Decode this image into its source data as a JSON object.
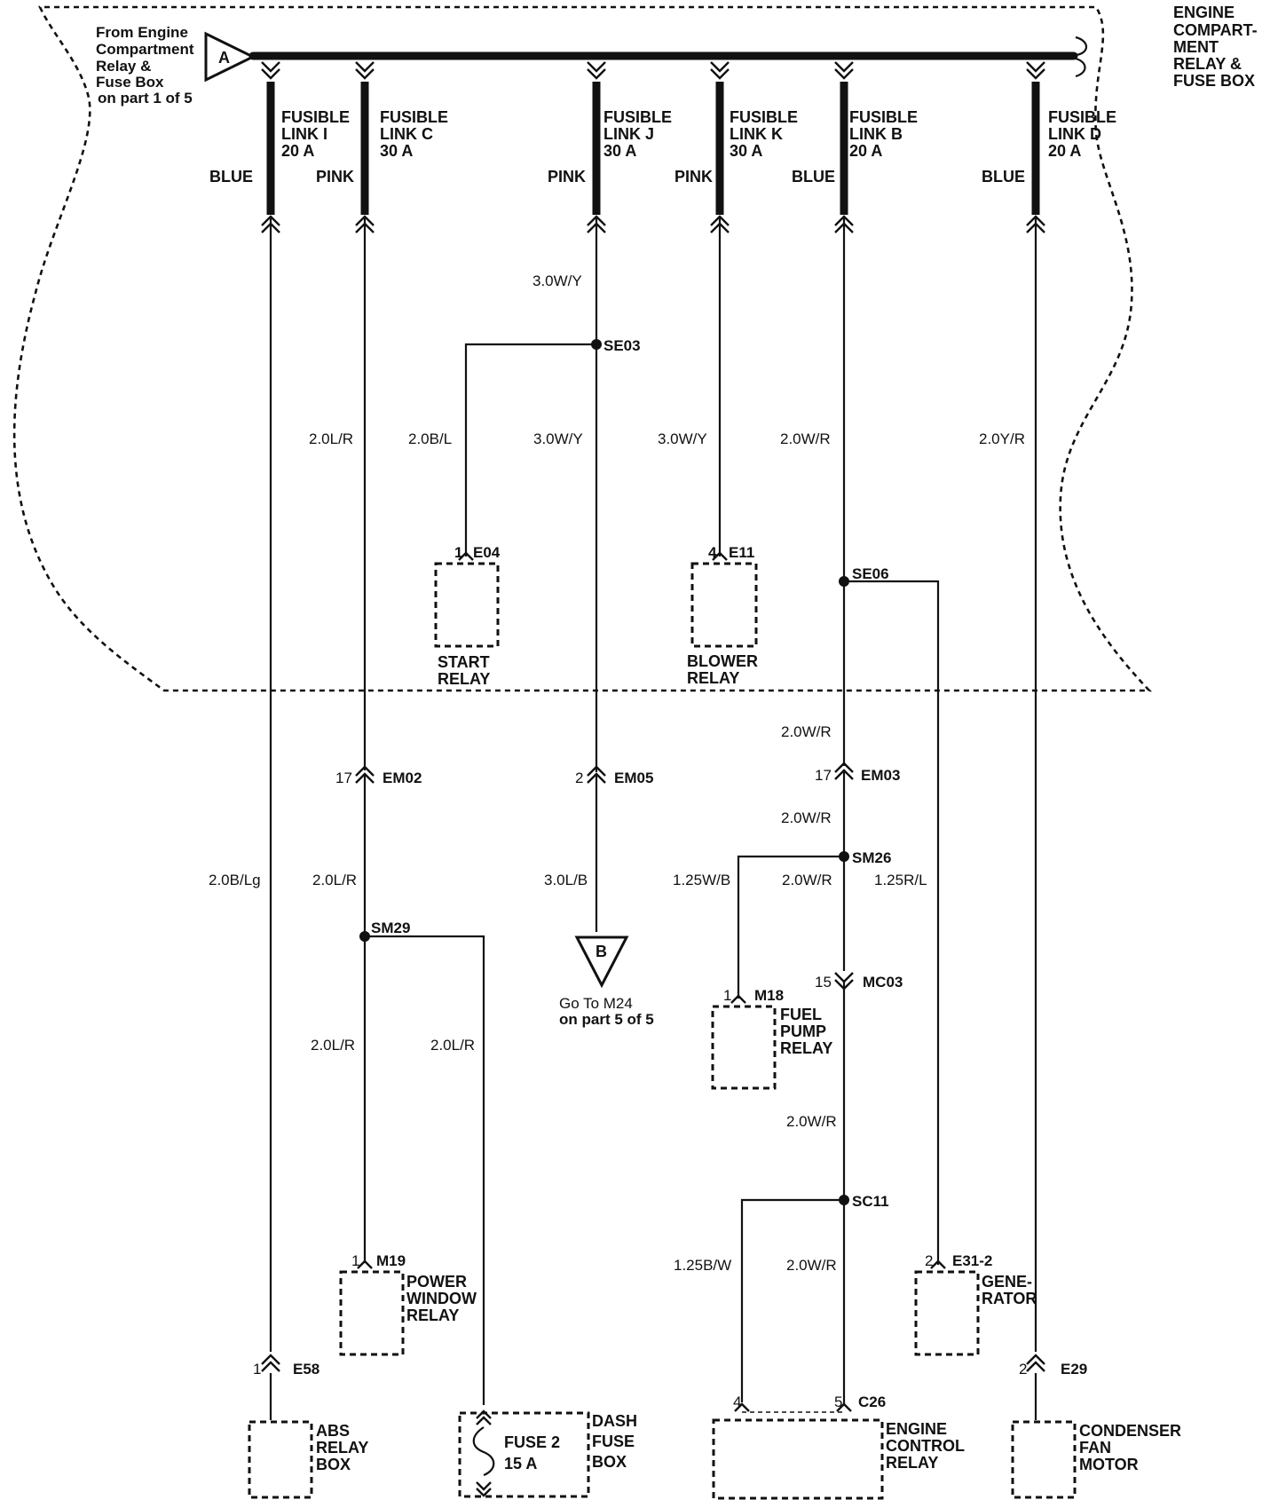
{
  "zone": {
    "title_lines": [
      "ENGINE",
      "COMPART-",
      "MENT",
      "RELAY &",
      "FUSE BOX"
    ]
  },
  "source": {
    "text_lines": [
      "From Engine",
      "Compartment",
      "Relay &",
      "Fuse Box",
      "on part 1 of 5"
    ],
    "connector": "A"
  },
  "fusible_links": [
    {
      "name": [
        "FUSIBLE",
        "LINK I",
        "20 A"
      ],
      "color": "BLUE"
    },
    {
      "name": [
        "FUSIBLE",
        "LINK C",
        "30 A"
      ],
      "color": "PINK"
    },
    {
      "name": [
        "FUSIBLE",
        "LINK J",
        "30 A"
      ],
      "color": "PINK"
    },
    {
      "name": [
        "FUSIBLE",
        "LINK K",
        "30 A"
      ],
      "color": "PINK"
    },
    {
      "name": [
        "FUSIBLE",
        "LINK B",
        "20 A"
      ],
      "color": "BLUE"
    },
    {
      "name": [
        "FUSIBLE",
        "LINK D",
        "20 A"
      ],
      "color": "BLUE"
    }
  ],
  "wires": {
    "j_top": "3.0W/Y",
    "c_upper": "2.0L/R",
    "start_branch": "2.0B/L",
    "j_mid": "3.0W/Y",
    "k_mid": "3.0W/Y",
    "b_mid": "2.0W/R",
    "d_mid": "2.0Y/R",
    "b_em03_top": "2.0W/R",
    "b_em03_bot": "2.0W/R",
    "i_lower": "2.0B/Lg",
    "c_lower": "2.0L/R",
    "j_lower": "3.0L/B",
    "fuel_branch": "1.25W/B",
    "b_sm26_bot": "2.0W/R",
    "gen_wire": "1.25R/L",
    "sm29_down": "2.0L/R",
    "sm29_branch": "2.0L/R",
    "b_mc03_bot": "2.0W/R",
    "sc11_branch": "1.25B/W",
    "sc11_down": "2.0W/R"
  },
  "splices": [
    "SE03",
    "SE06",
    "SM26",
    "SM29",
    "SC11"
  ],
  "connectors": {
    "e04": {
      "pin": "1",
      "id": "E04"
    },
    "e11": {
      "pin": "4",
      "id": "E11"
    },
    "em02": {
      "pin": "17",
      "id": "EM02"
    },
    "em05": {
      "pin": "2",
      "id": "EM05"
    },
    "em03": {
      "pin": "17",
      "id": "EM03"
    },
    "m18": {
      "pin": "1",
      "id": "M18"
    },
    "mc03": {
      "pin": "15",
      "id": "MC03"
    },
    "m19": {
      "pin": "1",
      "id": "M19"
    },
    "e31": {
      "pin": "2",
      "id": "E31-2"
    },
    "e58": {
      "pin": "1",
      "id": "E58"
    },
    "e29": {
      "pin": "2",
      "id": "E29"
    },
    "c26": {
      "pin_a": "4",
      "pin_b": "5",
      "id": "C26"
    }
  },
  "components": {
    "start_relay": [
      "START",
      "RELAY"
    ],
    "blower_relay": [
      "BLOWER",
      "RELAY"
    ],
    "fuel_pump_relay": [
      "FUEL",
      "PUMP",
      "RELAY"
    ],
    "power_window_relay": [
      "POWER",
      "WINDOW",
      "RELAY"
    ],
    "generator": [
      "GENE-",
      "RATOR"
    ],
    "abs_relay_box": [
      "ABS",
      "RELAY",
      "BOX"
    ],
    "dash_fuse_box": [
      "DASH",
      "FUSE",
      "BOX"
    ],
    "fuse": [
      "FUSE 2",
      "15 A"
    ],
    "engine_control_relay": [
      "ENGINE",
      "CONTROL",
      "RELAY"
    ],
    "condenser_fan_motor": [
      "CONDENSER",
      "FAN",
      "MOTOR"
    ]
  },
  "goto": {
    "connector": "B",
    "text_lines": [
      "Go To  M24",
      "on part 5 of 5"
    ]
  }
}
